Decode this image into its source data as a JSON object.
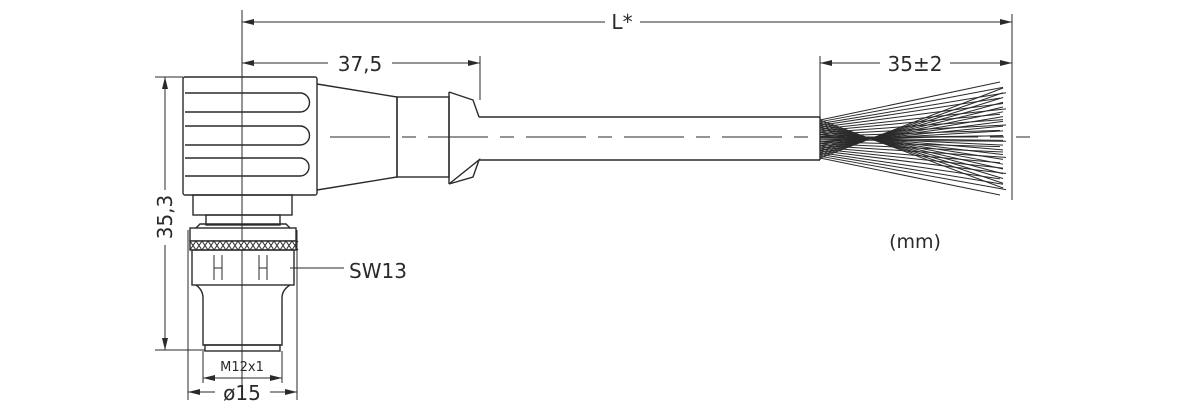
{
  "dimensions": {
    "total_length": "L*",
    "connector_length": "37,5",
    "strip_length": "35±2",
    "connector_height": "35,3",
    "wrench_size": "SW13",
    "thread": "M12x1",
    "diameter": "ø15"
  },
  "unit": "(mm)",
  "colors": {
    "line": "#2a2a2a",
    "background": "#ffffff"
  }
}
